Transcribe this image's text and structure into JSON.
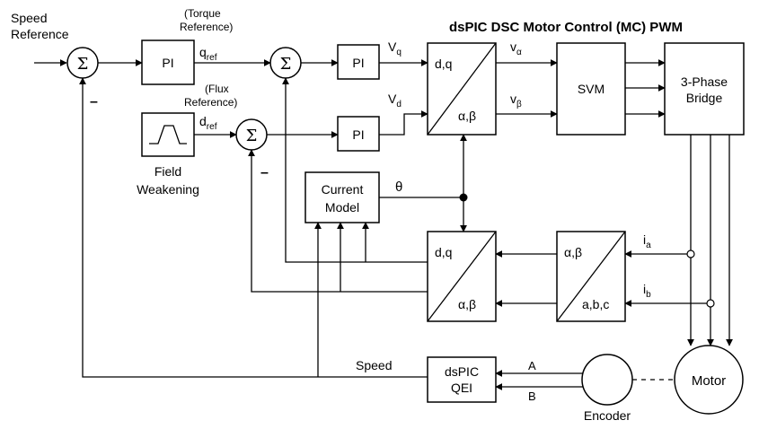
{
  "title": "dsPIC DSC Motor Control (MC) PWM",
  "labels": {
    "speed_ref_1": "Speed",
    "speed_ref_2": "Reference",
    "torque_ref_1": "(Torque",
    "torque_ref_2": "Reference)",
    "flux_ref_1": "(Flux",
    "flux_ref_2": "Reference)",
    "q_ref": "q",
    "q_ref_sub": "ref",
    "d_ref": "d",
    "d_ref_sub": "ref",
    "vq": "V",
    "vq_sub": "q",
    "vd": "V",
    "vd_sub": "d",
    "v_alpha": "v",
    "v_alpha_sub": "α",
    "v_beta": "v",
    "v_beta_sub": "β",
    "theta": "θ",
    "ia": "i",
    "ia_sub": "a",
    "ib": "i",
    "ib_sub": "b",
    "speed_fb": "Speed",
    "enc_a": "A",
    "enc_b": "B",
    "field_weak_1": "Field",
    "field_weak_2": "Weakening",
    "minus": "–",
    "sigma": "Σ"
  },
  "blocks": {
    "pi": "PI",
    "park_top": "d,q",
    "park_bottom": "α,β",
    "svm": "SVM",
    "bridge_1": "3-Phase",
    "bridge_2": "Bridge",
    "current_model_1": "Current",
    "current_model_2": "Model",
    "inv_park_top": "d,q",
    "inv_park_bottom": "α,β",
    "clarke_top": "α,β",
    "clarke_bottom": "a,b,c",
    "qei_1": "dsPIC",
    "qei_2": "QEI",
    "motor": "Motor",
    "encoder": "Encoder"
  }
}
